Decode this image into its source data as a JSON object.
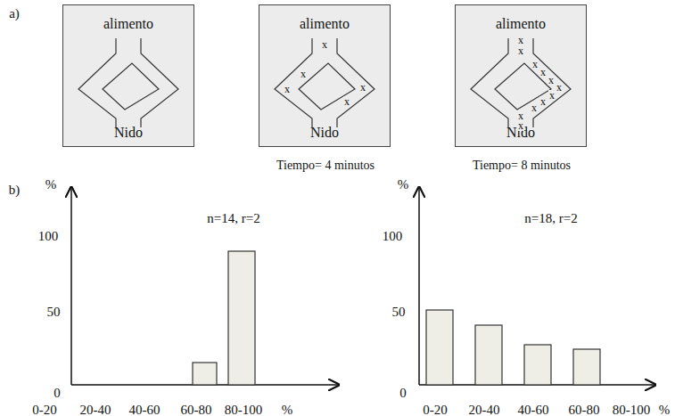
{
  "diagram": {
    "nodes": [
      {
        "text": [
          "alimento",
          "Nido"
        ]
      },
      {
        "text": [
          "alimento",
          "Nido"
        ]
      },
      {
        "text": [
          "alimento",
          "Nido"
        ]
      }
    ],
    "labels": [
      "a)",
      "Tiempo= 4 minutos",
      "Tiempo= 8 minutos",
      "x",
      "x",
      "x",
      "x",
      "x",
      "x",
      "x",
      "x",
      "x",
      "x",
      "x",
      "x",
      "x",
      "x",
      "x",
      "x",
      "b)",
      "%",
      "100",
      "50",
      "0",
      "n=14, r=2",
      "0-20",
      "20-40",
      "40-60",
      "60-80",
      "80-100",
      "%",
      "%",
      "100",
      "50",
      "0",
      "n=18, r=2",
      "0-20",
      "20-40",
      "40-60",
      "60-80",
      "80-100",
      "%"
    ]
  }
}
